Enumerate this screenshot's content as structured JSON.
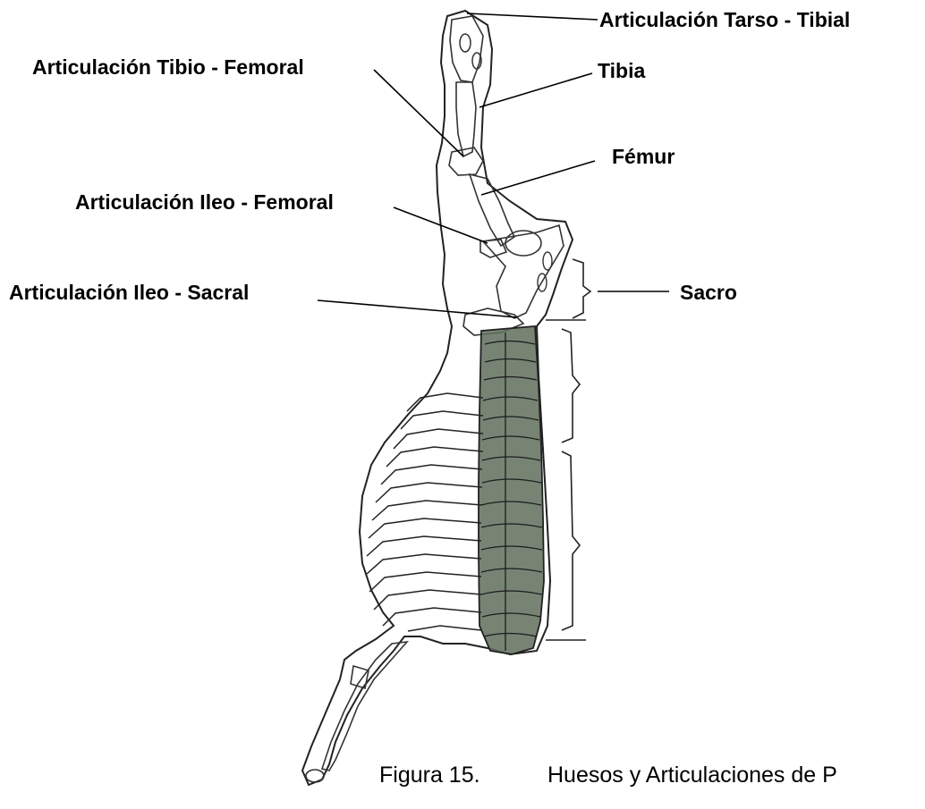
{
  "labels": {
    "tarso_tibial": "Articulación Tarso - Tibial",
    "tibia": "Tibia",
    "tibio_femoral": "Articulación Tibio - Femoral",
    "femur": "Fémur",
    "ileo_femoral": "Articulación Ileo - Femoral",
    "ileo_sacral": "Articulación Ileo - Sacral",
    "sacro": "Sacro"
  },
  "caption": {
    "number": "Figura 15.",
    "text": "Huesos y Articulaciones de P"
  }
}
